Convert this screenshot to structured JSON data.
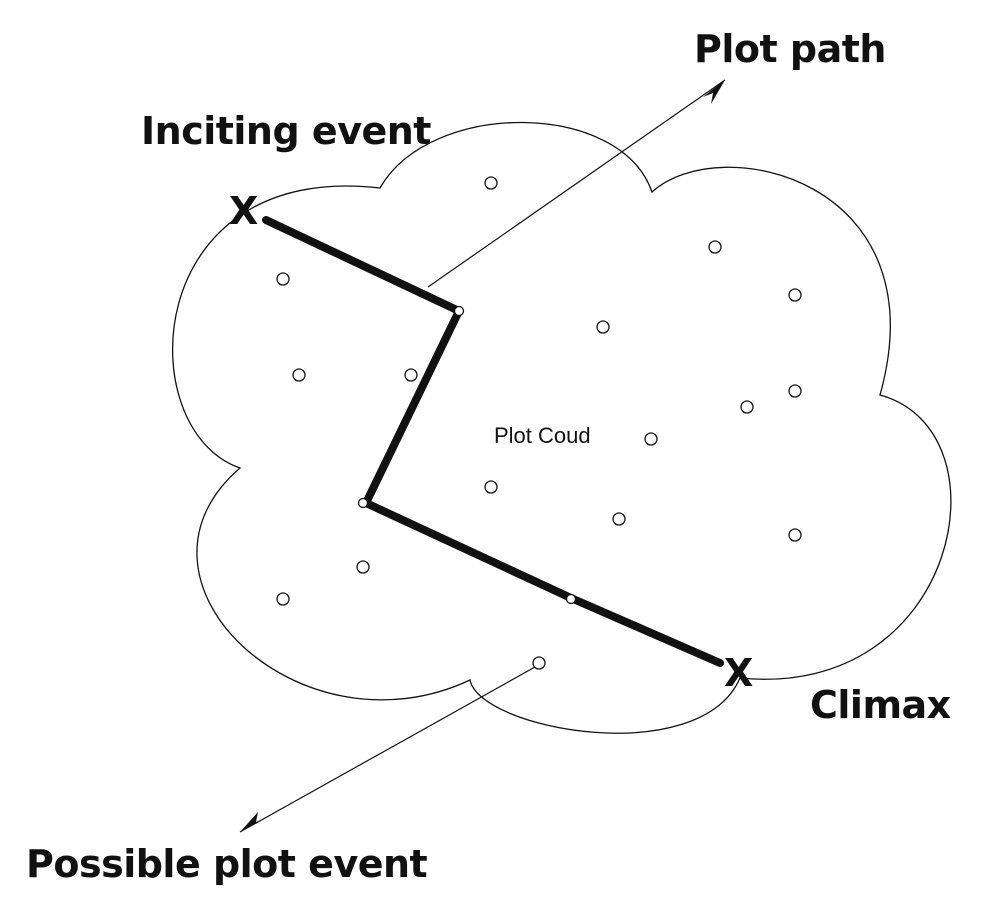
{
  "labels": {
    "plot_path": "Plot path",
    "inciting_event": "Inciting event",
    "climax": "Climax",
    "possible_plot_event": "Possible plot event",
    "cloud": "Plot Coud"
  },
  "markers": {
    "start": "X",
    "end": "X"
  }
}
